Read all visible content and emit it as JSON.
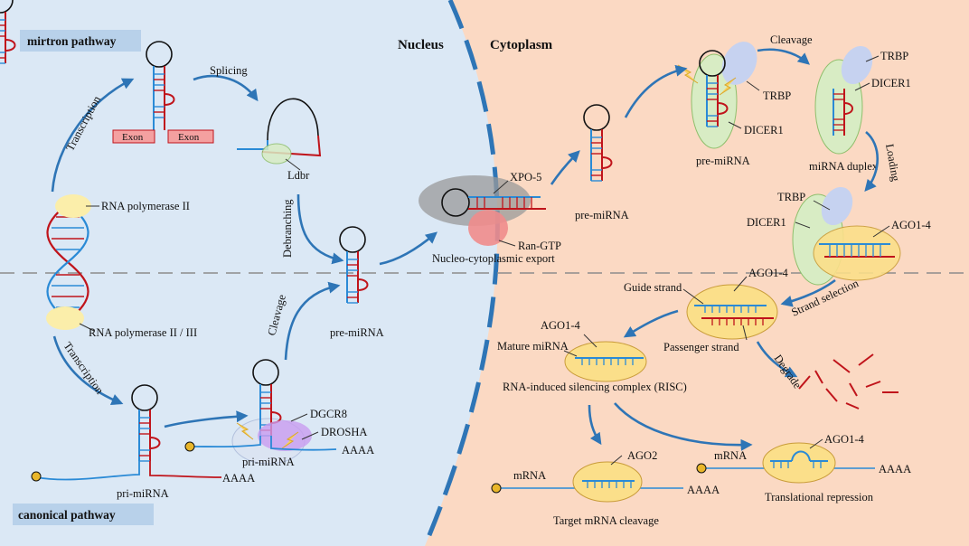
{
  "regions": {
    "nucleus": "Nucleus",
    "cytoplasm": "Cytoplasm"
  },
  "pathways": {
    "mirtron": "mirtron pathway",
    "canonical": "canonical pathway"
  },
  "steps": {
    "transcription_top": "Transcription",
    "splicing": "Splicing",
    "debranching": "Debranching",
    "cleavage_nuclear": "Cleavage",
    "transcription_bottom": "Transcription",
    "cleavage_cyto": "Cleavage",
    "loading": "Loading",
    "strand_selection": "Strand selection",
    "degrade": "Degrade"
  },
  "labels": {
    "exon_left": "Exon",
    "exon_right": "Exon",
    "ldbr": "Ldbr",
    "rna_pol2": "RNA polymerase II",
    "rna_pol23": "RNA polymerase II / III",
    "pre_mirna_nuclear": "pre-miRNA",
    "pri_mirna_1": "pri-miRNA",
    "pri_mirna_2": "pri-miRNA",
    "aaaa_1": "AAAA",
    "aaaa_2": "AAAA",
    "dgcr8": "DGCR8",
    "drosha": "DROSHA",
    "xpo5": "XPO-5",
    "ran_gtp": "Ran-GTP",
    "export": "Nucleo-cytoplasmic export",
    "pre_mirna_cyto": "pre-miRNA",
    "pre_mirna_dicer": "pre-miRNA",
    "trbp_1": "TRBP",
    "dicer1_1": "DICER1",
    "trbp_2": "TRBP",
    "dicer1_2": "DICER1",
    "mirna_duplex": "miRNA duplex",
    "trbp_3": "TRBP",
    "dicer1_3": "DICER1",
    "ago_loading": "AGO1-4",
    "ago_selection": "AGO1-4",
    "guide_strand": "Guide strand",
    "passenger_strand": "Passenger strand",
    "ago_mature": "AGO1-4",
    "mature_mirna": "Mature miRNA",
    "risc": "RNA-induced silencing complex (RISC)",
    "ago2": "AGO2",
    "mrna_1": "mRNA",
    "aaaa_3": "AAAA",
    "target_cleavage": "Target mRNA cleavage",
    "ago_repression": "AGO1-4",
    "mrna_2": "mRNA",
    "aaaa_4": "AAAA",
    "translational_repression": "Translational repression"
  },
  "colors": {
    "nucleus_bg": "#dbe8f5",
    "cytoplasm_bg": "#fbd9c3",
    "membrane": "#2e75b6",
    "arrow": "#2e75b6",
    "strand_blue": "#2a8ad6",
    "strand_red": "#c0141b",
    "pathway_box": "#b8d1ea",
    "dicer_green": "#d8ecc4",
    "trbp_blue": "#c6d2f0",
    "ago_yellow": "#fbdf8a",
    "xpo5_gray": "#9a9a9a",
    "ran_red": "#f08c8c",
    "polymerase_yellow": "#fbeeaa",
    "drosha_purple": "#c99cf0"
  }
}
